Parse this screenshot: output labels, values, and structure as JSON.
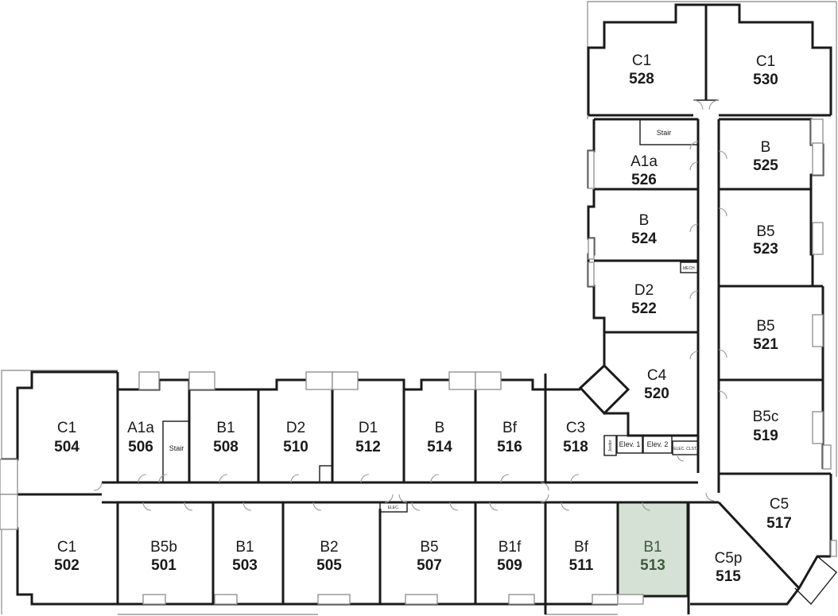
{
  "rooms": [
    {
      "id": "504",
      "type": "C1",
      "number": "504"
    },
    {
      "id": "506",
      "type": "A1a",
      "number": "506"
    },
    {
      "id": "508",
      "type": "B1",
      "number": "508"
    },
    {
      "id": "510",
      "type": "D2",
      "number": "510"
    },
    {
      "id": "512",
      "type": "D1",
      "number": "512"
    },
    {
      "id": "514",
      "type": "B",
      "number": "514"
    },
    {
      "id": "516",
      "type": "Bf",
      "number": "516"
    },
    {
      "id": "518",
      "type": "C3",
      "number": "518"
    },
    {
      "id": "502",
      "type": "C1",
      "number": "502"
    },
    {
      "id": "501",
      "type": "B5b",
      "number": "501"
    },
    {
      "id": "503",
      "type": "B1",
      "number": "503"
    },
    {
      "id": "505",
      "type": "B2",
      "number": "505"
    },
    {
      "id": "507",
      "type": "B5",
      "number": "507"
    },
    {
      "id": "509",
      "type": "B1f",
      "number": "509"
    },
    {
      "id": "511",
      "type": "Bf",
      "number": "511"
    },
    {
      "id": "513",
      "type": "B1",
      "number": "513",
      "highlighted": true
    },
    {
      "id": "515",
      "type": "C5p",
      "number": "515"
    },
    {
      "id": "517",
      "type": "C5",
      "number": "517"
    },
    {
      "id": "519",
      "type": "B5c",
      "number": "519"
    },
    {
      "id": "520",
      "type": "C4",
      "number": "520"
    },
    {
      "id": "521",
      "type": "B5",
      "number": "521"
    },
    {
      "id": "522",
      "type": "D2",
      "number": "522"
    },
    {
      "id": "523",
      "type": "B5",
      "number": "523"
    },
    {
      "id": "524",
      "type": "B",
      "number": "524"
    },
    {
      "id": "525",
      "type": "B",
      "number": "525"
    },
    {
      "id": "526",
      "type": "A1a",
      "number": "526"
    },
    {
      "id": "528",
      "type": "C1",
      "number": "528"
    },
    {
      "id": "530",
      "type": "C1",
      "number": "530"
    }
  ],
  "utilities": {
    "stair_west": "Stair",
    "stair_north": "Stair",
    "elev1": "Elev. 1",
    "elev2": "Elev. 2",
    "elec_clst": "ELEC. CLST.",
    "elec_corridor": "ELEC.",
    "mech": "MECH.",
    "janitor": "Janitor"
  },
  "colors": {
    "highlight_fill": "#d5e1d5",
    "highlight_text": "#3e5a3e",
    "wall": "#1a1a1a"
  }
}
